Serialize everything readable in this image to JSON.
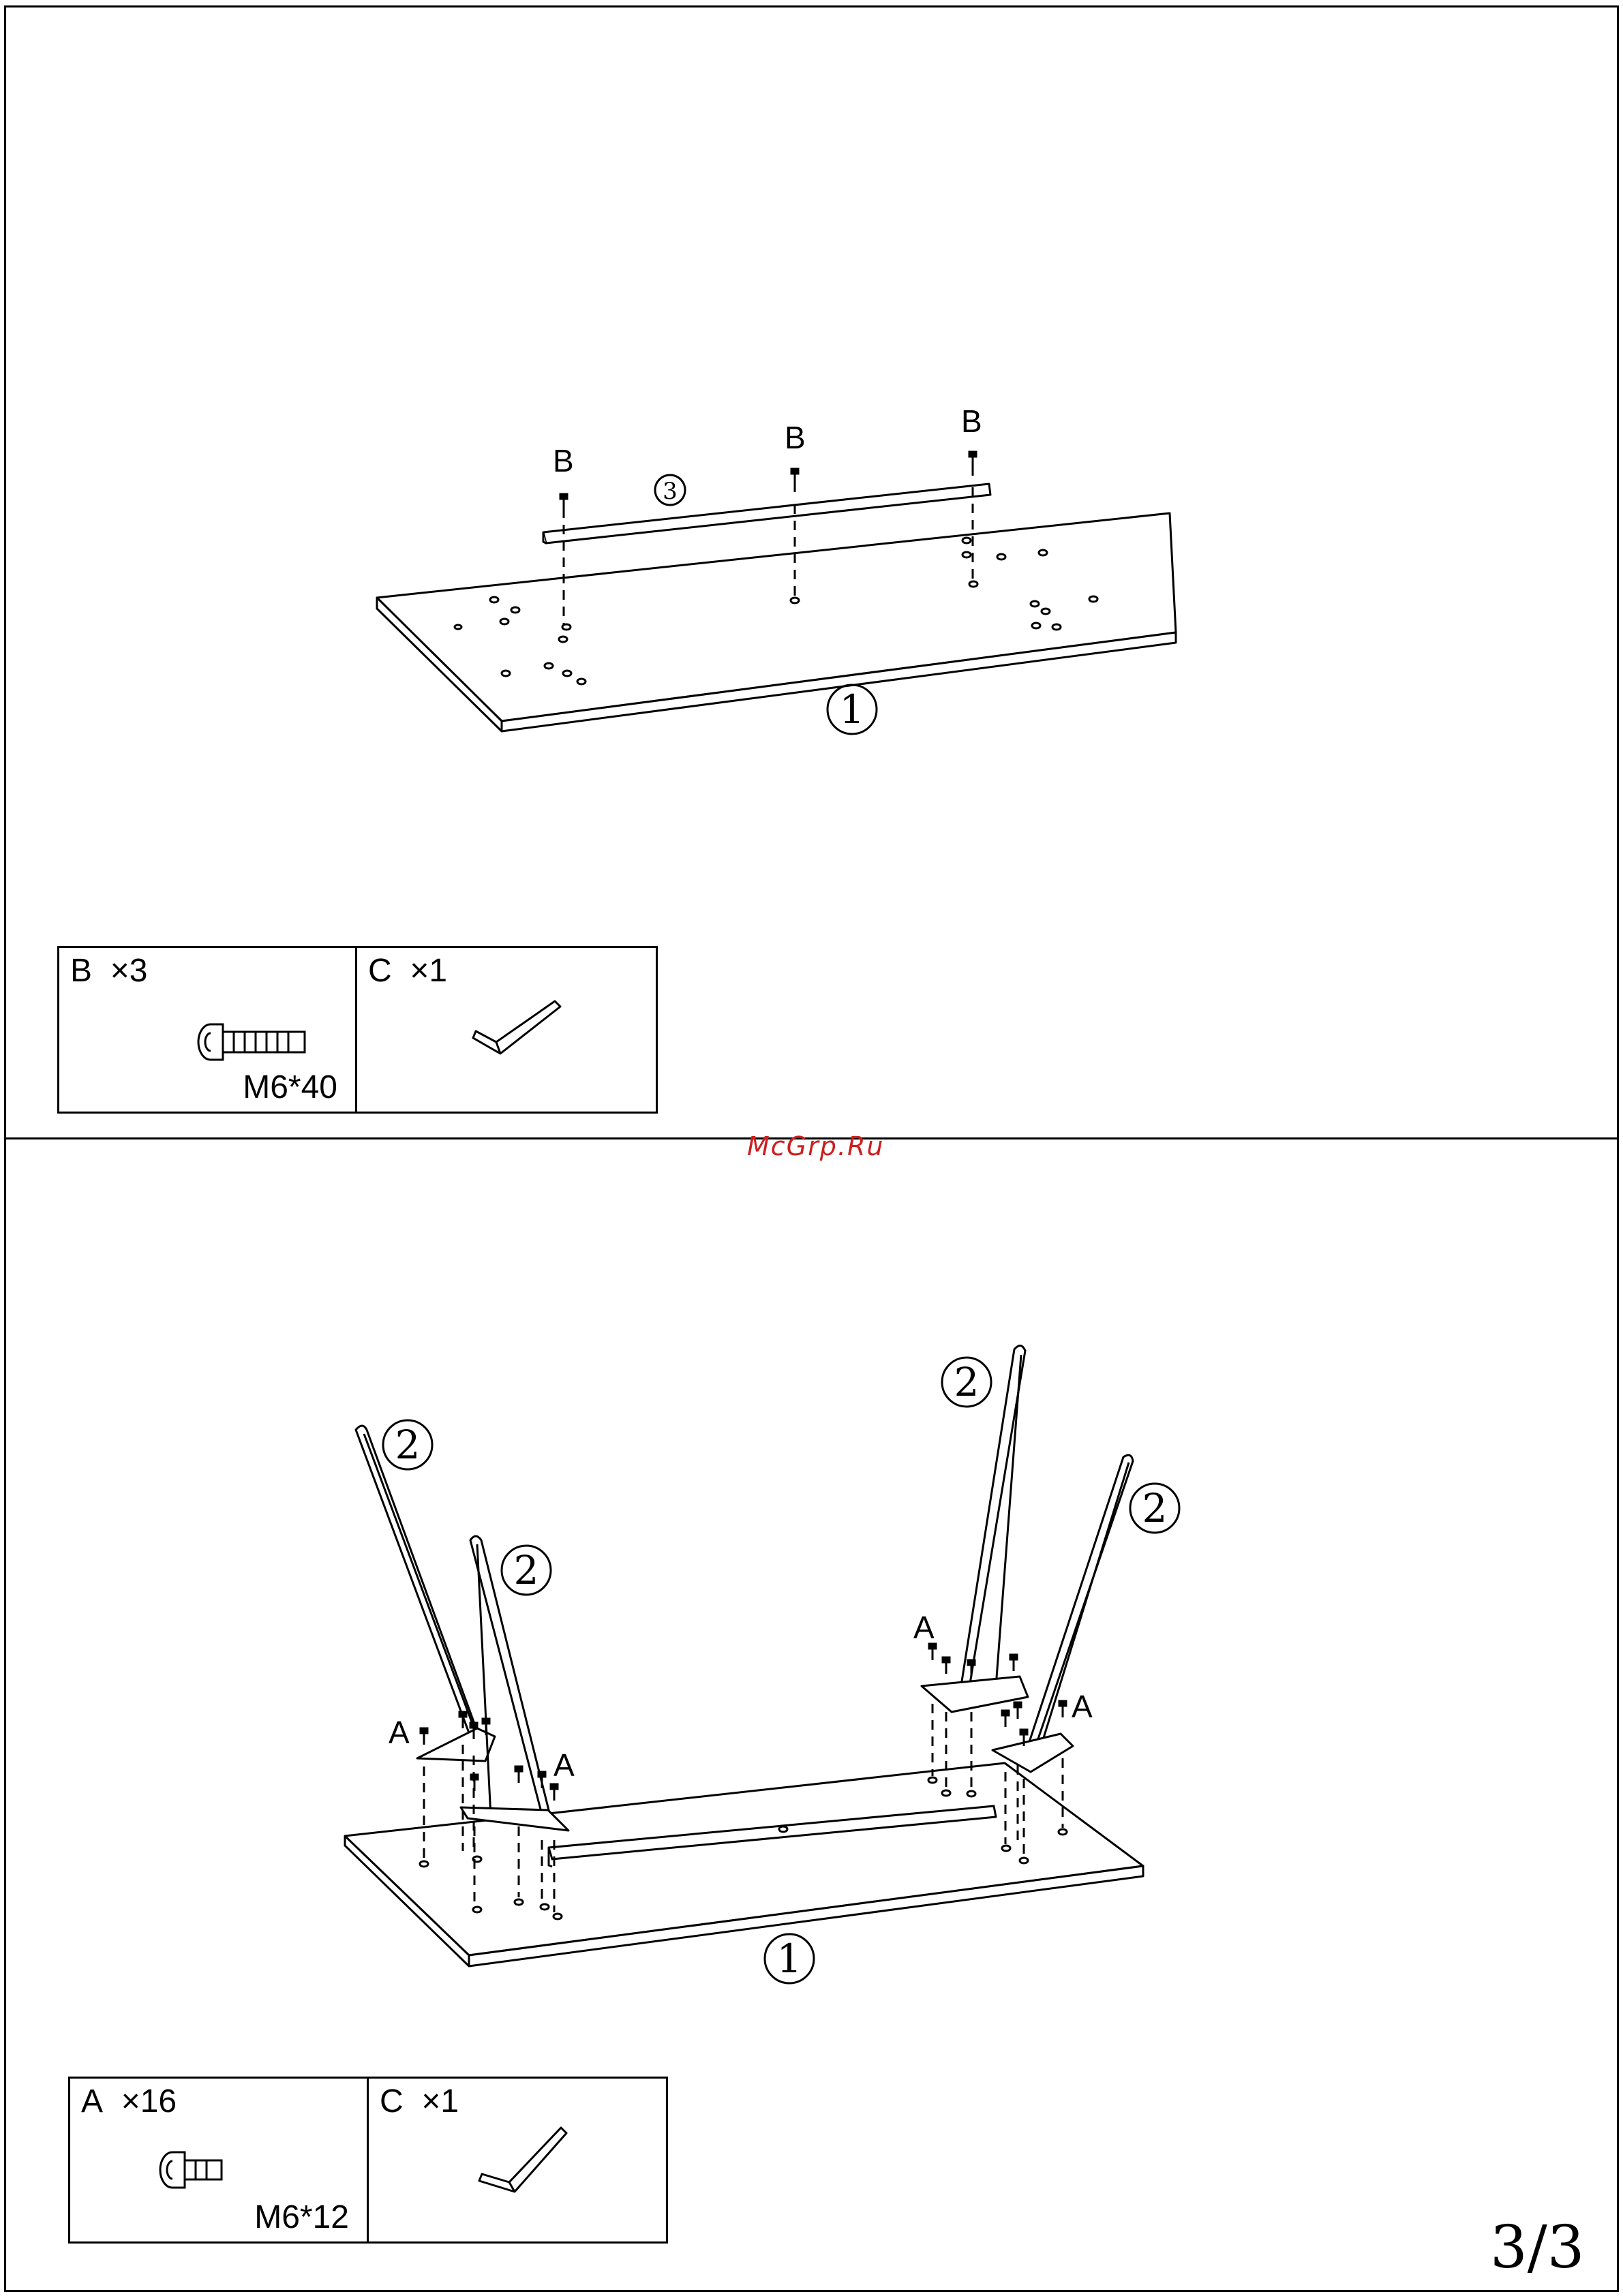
{
  "watermark": "McGrp.Ru",
  "page_number": "3/3",
  "step1": {
    "labels": {
      "screw": "B",
      "rail": "3",
      "top": "1"
    },
    "hardware": [
      {
        "letter": "B",
        "qty": "×3",
        "spec": "M6*40",
        "icon": "bolt-icon"
      },
      {
        "letter": "C",
        "qty": "×1",
        "spec": "",
        "icon": "allen-key-icon"
      }
    ]
  },
  "step2": {
    "labels": {
      "screw": "A",
      "leg": "2",
      "top": "1"
    },
    "hardware": [
      {
        "letter": "A",
        "qty": "×16",
        "spec": "M6*12",
        "icon": "bolt-icon"
      },
      {
        "letter": "C",
        "qty": "×1",
        "spec": "",
        "icon": "allen-key-icon"
      }
    ]
  }
}
